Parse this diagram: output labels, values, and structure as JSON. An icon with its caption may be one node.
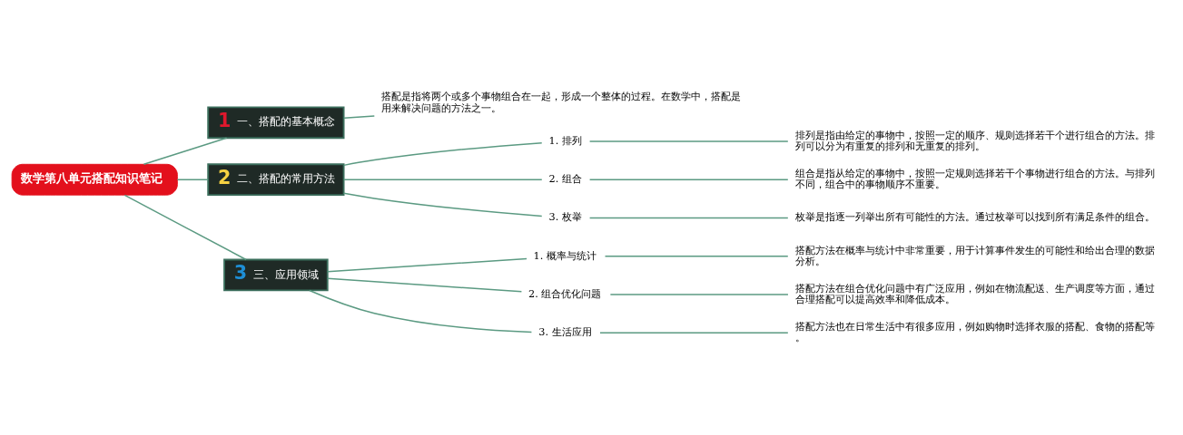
{
  "diagram": {
    "nodes": [
      {
        "text": [
          "数学第八单元搭配知识笔记"
        ]
      },
      {
        "text": [
          "1",
          "一、搭配的基本概念"
        ]
      },
      {
        "text": [
          "搭配是指将两个或多个事物组合在一起，形成一个整体的过程。在数学中，搭配是用来解决问题的方法之一。"
        ]
      },
      {
        "text": [
          "2",
          "二、搭配的常用方法"
        ]
      },
      {
        "text": [
          "1. 排列"
        ]
      },
      {
        "text": [
          "排列是指由给定的事物中，按照一定的顺序、规则选择若干个进行组合的方法。排列可以分为有重复的排列和无重复的排列。"
        ]
      },
      {
        "text": [
          "2. 组合"
        ]
      },
      {
        "text": [
          "组合是指从给定的事物中，按照一定规则选择若干个事物进行组合的方法。与排列不同，组合中的事物顺序不重要。"
        ]
      },
      {
        "text": [
          "3. 枚举"
        ]
      },
      {
        "text": [
          "枚举是指逐一列举出所有可能性的方法。通过枚举可以找到所有满足条件的组合。"
        ]
      },
      {
        "text": [
          "3",
          "三、应用领域"
        ]
      },
      {
        "text": [
          "1. 概率与统计"
        ]
      },
      {
        "text": [
          "搭配方法在概率与统计中非常重要，用于计算事件发生的可能性和给出合理的数据分析。"
        ]
      },
      {
        "text": [
          "2. 组合优化问题"
        ]
      },
      {
        "text": [
          "搭配方法在组合优化问题中有广泛应用，例如在物流配送、生产调度等方面，通过合理搭配可以提高效率和降低成本。"
        ]
      },
      {
        "text": [
          "3. 生活应用"
        ]
      },
      {
        "text": [
          "搭配方法也在日常生活中有很多应用，例如购物时选择衣服的搭配、食物的搭配等。"
        ]
      }
    ],
    "edges": [
      {
        "from": 0,
        "to": 1,
        "arrow": "none"
      },
      {
        "from": 1,
        "to": 2,
        "arrow": "none"
      },
      {
        "from": 0,
        "to": 3,
        "arrow": "none"
      },
      {
        "from": 3,
        "to": 4,
        "arrow": "none"
      },
      {
        "from": 4,
        "to": 5,
        "arrow": "none"
      },
      {
        "from": 3,
        "to": 6,
        "arrow": "none"
      },
      {
        "from": 6,
        "to": 7,
        "arrow": "none"
      },
      {
        "from": 3,
        "to": 8,
        "arrow": "none"
      },
      {
        "from": 8,
        "to": 9,
        "arrow": "none"
      },
      {
        "from": 0,
        "to": 10,
        "arrow": "none"
      },
      {
        "from": 10,
        "to": 11,
        "arrow": "none"
      },
      {
        "from": 11,
        "to": 12,
        "arrow": "none"
      },
      {
        "from": 10,
        "to": 13,
        "arrow": "none"
      },
      {
        "from": 13,
        "to": 14,
        "arrow": "none"
      },
      {
        "from": 10,
        "to": 15,
        "arrow": "none"
      },
      {
        "from": 15,
        "to": 16,
        "arrow": "none"
      }
    ]
  }
}
